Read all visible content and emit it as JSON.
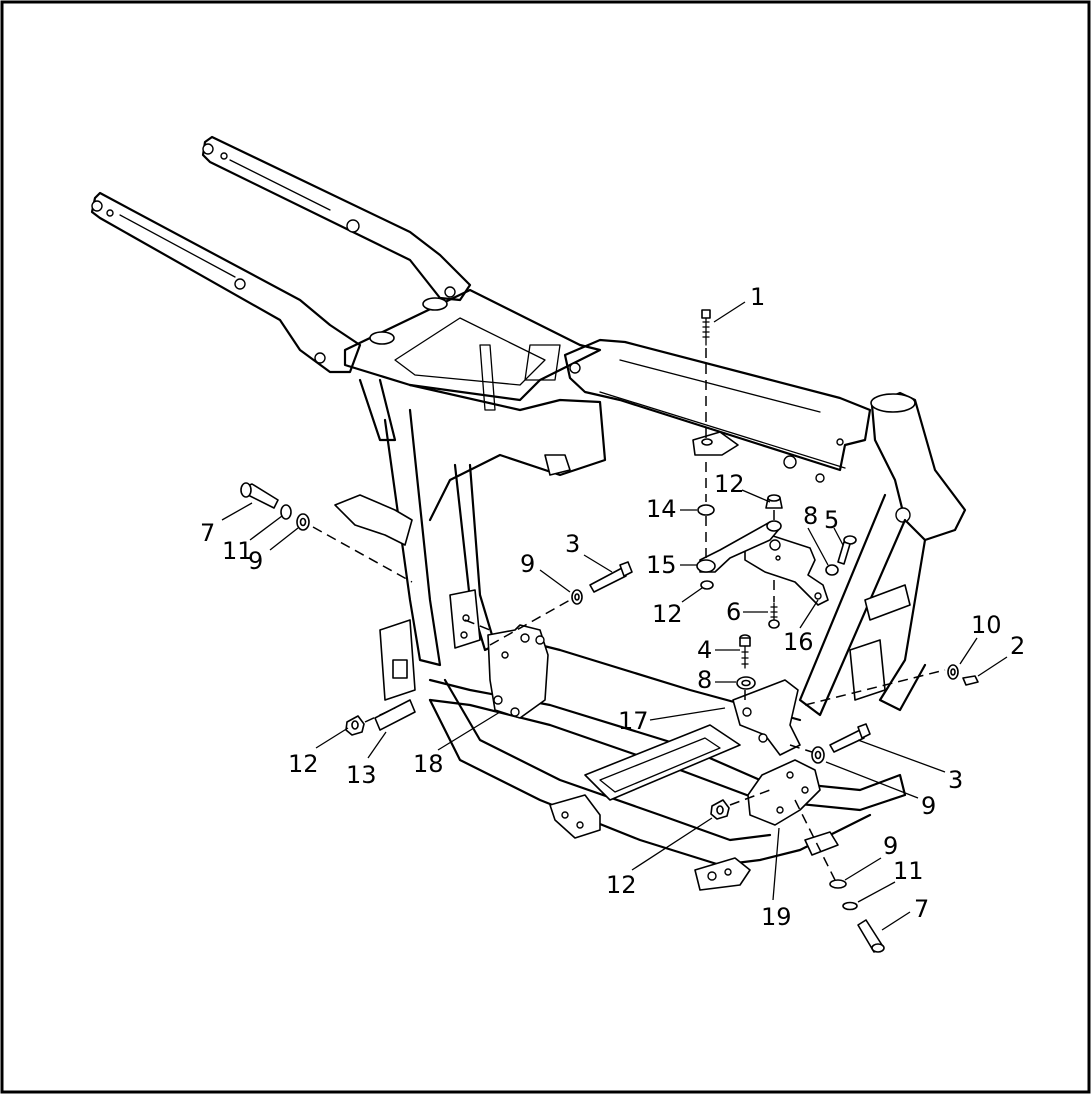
{
  "callouts": [
    {
      "id": "c1",
      "text": "1"
    },
    {
      "id": "c12a",
      "text": "12"
    },
    {
      "id": "c14",
      "text": "14"
    },
    {
      "id": "c8a",
      "text": "8"
    },
    {
      "id": "c5",
      "text": "5"
    },
    {
      "id": "c3a",
      "text": "3"
    },
    {
      "id": "c9a",
      "text": "9"
    },
    {
      "id": "c15",
      "text": "15"
    },
    {
      "id": "c12b",
      "text": "12"
    },
    {
      "id": "c6",
      "text": "6"
    },
    {
      "id": "c16",
      "text": "16"
    },
    {
      "id": "c7a",
      "text": "7"
    },
    {
      "id": "c11a",
      "text": "11"
    },
    {
      "id": "c9b",
      "text": "9"
    },
    {
      "id": "c10",
      "text": "10"
    },
    {
      "id": "c2",
      "text": "2"
    },
    {
      "id": "c4",
      "text": "4"
    },
    {
      "id": "c8b",
      "text": "8"
    },
    {
      "id": "c17",
      "text": "17"
    },
    {
      "id": "c3b",
      "text": "3"
    },
    {
      "id": "c9c",
      "text": "9"
    },
    {
      "id": "c12c",
      "text": "12"
    },
    {
      "id": "c13",
      "text": "13"
    },
    {
      "id": "c18",
      "text": "18"
    },
    {
      "id": "c12d",
      "text": "12"
    },
    {
      "id": "c19",
      "text": "19"
    },
    {
      "id": "c9d",
      "text": "9"
    },
    {
      "id": "c11b",
      "text": "11"
    },
    {
      "id": "c7b",
      "text": "7"
    }
  ]
}
